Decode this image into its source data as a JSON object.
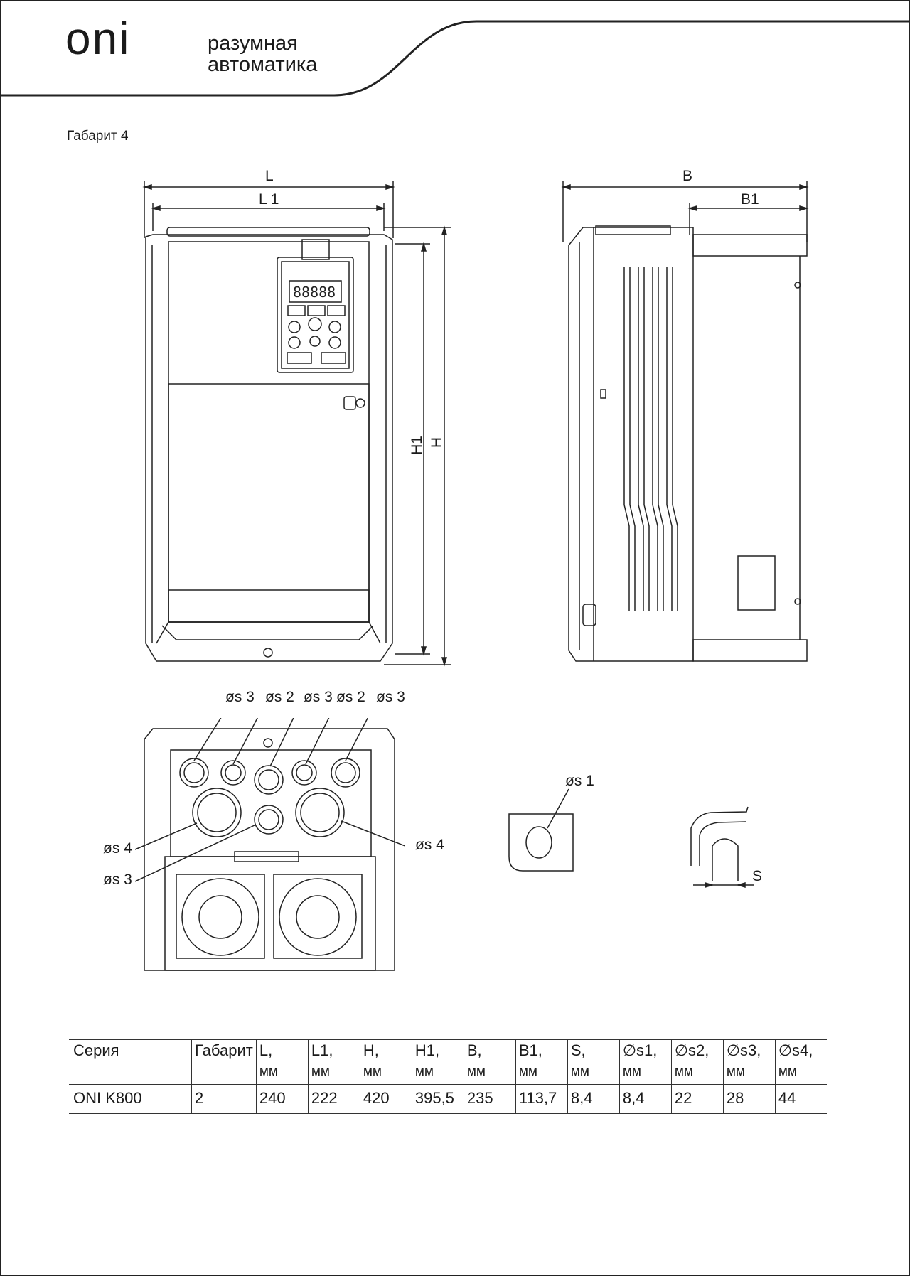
{
  "brand": {
    "logo": "oni",
    "tagline_line1": "разумная",
    "tagline_line2": "автоматика"
  },
  "size_label": "Габарит 4",
  "dimension_labels": {
    "L": "L",
    "L1": "L 1",
    "B": "B",
    "B1": "B1",
    "H": "H",
    "H1": "H1",
    "S": "S",
    "s1": "øs 1",
    "s2": "øs 2",
    "s3": "øs 3",
    "s4": "øs 4"
  },
  "table": {
    "headers": [
      {
        "name": "Серия",
        "unit": ""
      },
      {
        "name": "Габарит",
        "unit": ""
      },
      {
        "name": "L,",
        "unit": "мм"
      },
      {
        "name": "L1,",
        "unit": "мм"
      },
      {
        "name": "H,",
        "unit": "мм"
      },
      {
        "name": "H1,",
        "unit": "мм"
      },
      {
        "name": "B,",
        "unit": "мм"
      },
      {
        "name": "B1,",
        "unit": "мм"
      },
      {
        "name": "S,",
        "unit": "мм"
      },
      {
        "name": "∅s1,",
        "unit": "мм"
      },
      {
        "name": "∅s2,",
        "unit": "мм"
      },
      {
        "name": "∅s3,",
        "unit": "мм"
      },
      {
        "name": "∅s4,",
        "unit": "мм"
      }
    ],
    "row": [
      "ONI K800",
      "2",
      "240",
      "222",
      "420",
      "395,5",
      "235",
      "113,7",
      "8,4",
      "8,4",
      "22",
      "28",
      "44"
    ]
  }
}
